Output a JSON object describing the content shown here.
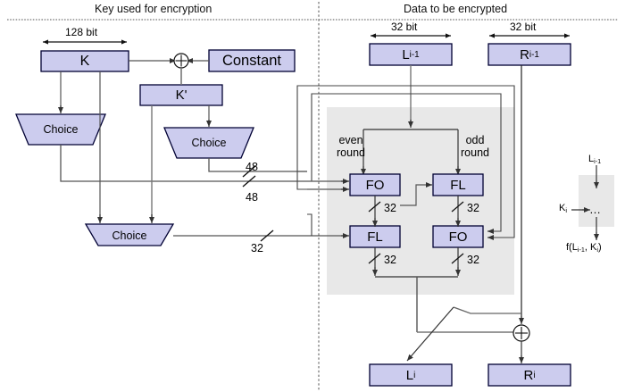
{
  "diagram": {
    "title_left": "Key used for encryption",
    "title_right": "Data to be encrypted",
    "colors": {
      "box_fill": "#ccccee",
      "box_stroke": "#000033",
      "bus_stroke": "#666666",
      "wire_stroke": "#333333",
      "region_fill": "#e8e8e8",
      "divider": "#555555"
    }
  },
  "key_side": {
    "width_label": "128 bit",
    "k_box": "K",
    "constant_box": "Constant",
    "kprime_box": "K'",
    "xor_symbol": "+",
    "choice_1": "Choice",
    "choice_2": "Choice",
    "choice_3": "Choice",
    "bus_48_a": "48",
    "bus_48_b": "48",
    "bus_32": "32"
  },
  "data_side": {
    "width_label_left": "32 bit",
    "width_label_right": "32 bit",
    "input_left": "L",
    "input_left_sub": "i-1",
    "input_right": "R",
    "input_right_sub": "i-1",
    "even_round": "even\nround",
    "even_round_l1": "even",
    "even_round_l2": "round",
    "odd_round_l1": "odd",
    "odd_round_l2": "round",
    "blocks": [
      {
        "label": "FO",
        "column": "even",
        "row": 1
      },
      {
        "label": "FL",
        "column": "odd",
        "row": 1
      },
      {
        "label": "FL",
        "column": "even",
        "row": 2
      },
      {
        "label": "FO",
        "column": "odd",
        "row": 2
      }
    ],
    "widths": [
      "32",
      "32",
      "32",
      "32"
    ],
    "xor_symbol": "+",
    "output_left": "L",
    "output_left_sub": "i",
    "output_right": "R",
    "output_right_sub": "i"
  },
  "legend": {
    "input": "L",
    "input_sub": "i-1",
    "key": "K",
    "key_sub": "i",
    "ellipsis": "…",
    "output_prefix": "f(L",
    "output_sub1": "i-1",
    "output_mid": ", K",
    "output_sub2": "i",
    "output_suffix": ")"
  }
}
